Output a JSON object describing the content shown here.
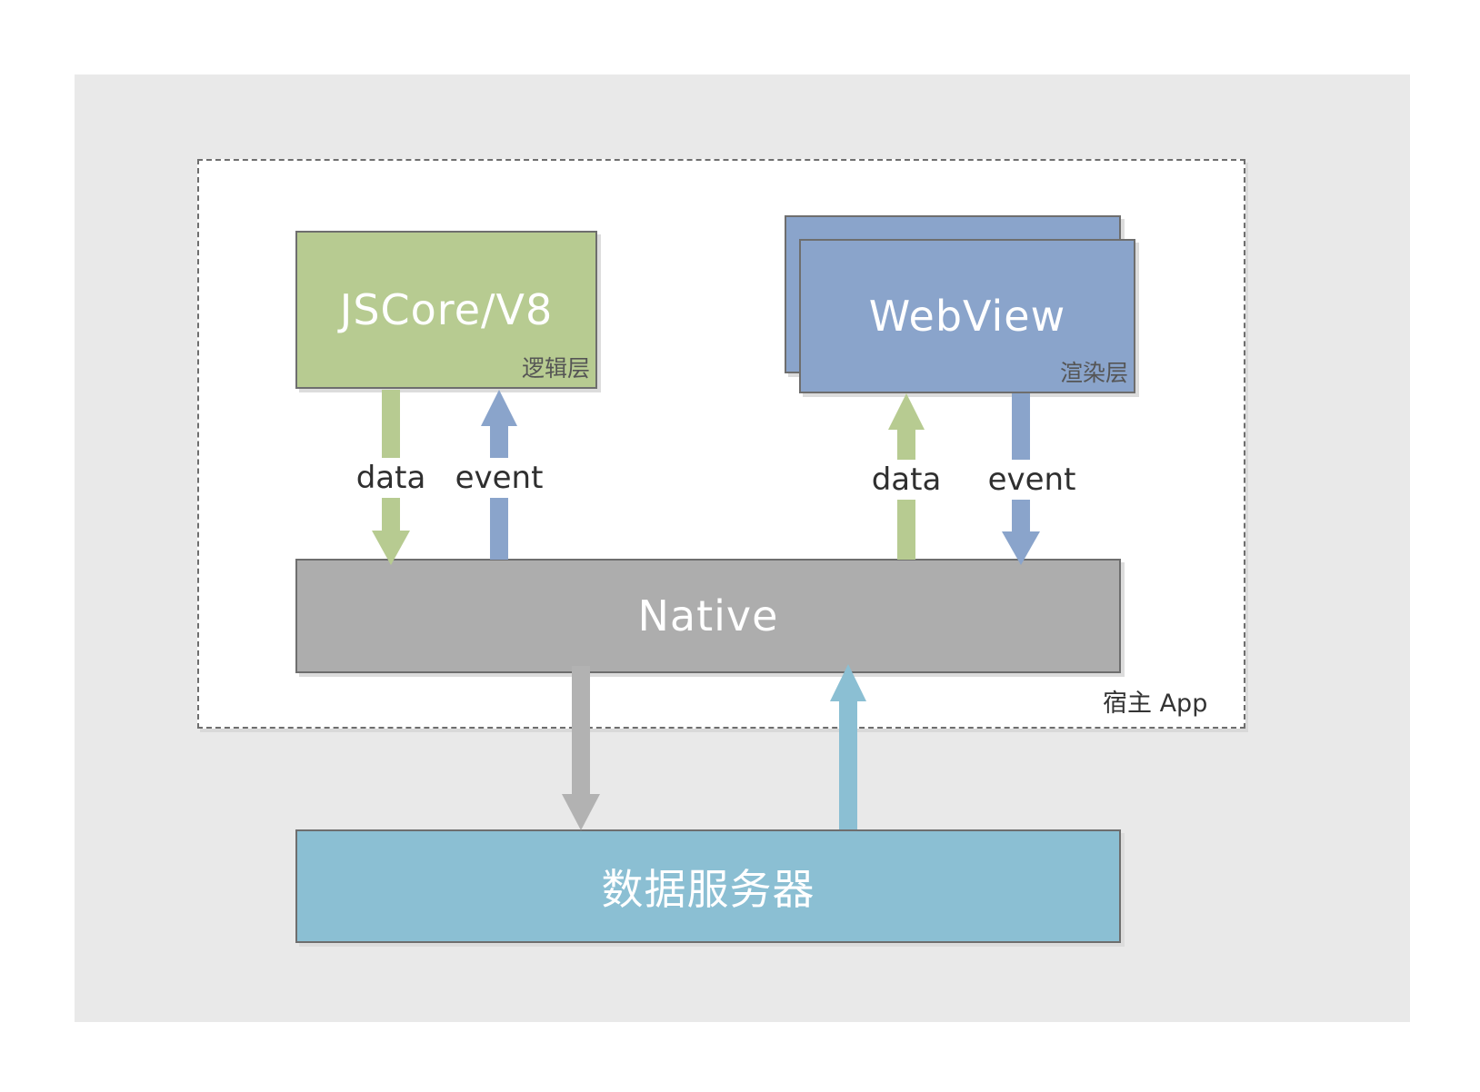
{
  "diagram": {
    "container": {
      "label": "宿主 App"
    },
    "logic_layer": {
      "title": "JSCore/V8",
      "subtitle": "逻辑层",
      "color": "#b7cb91"
    },
    "render_layer": {
      "title": "WebView",
      "subtitle": "渲染层",
      "color": "#8aa4cb",
      "stacked": true
    },
    "native": {
      "title": "Native",
      "color": "#adadad"
    },
    "server": {
      "title": "数据服务器",
      "color": "#8bbfd3"
    },
    "flows": [
      {
        "id": "logic-data",
        "label": "data",
        "from": "logic_layer",
        "to": "native",
        "color": "#b7cb91"
      },
      {
        "id": "logic-event",
        "label": "event",
        "from": "native",
        "to": "logic_layer",
        "color": "#8aa4cb"
      },
      {
        "id": "render-data",
        "label": "data",
        "from": "native",
        "to": "render_layer",
        "color": "#b7cb91"
      },
      {
        "id": "render-event",
        "label": "event",
        "from": "render_layer",
        "to": "native",
        "color": "#8aa4cb"
      },
      {
        "id": "native-to-server",
        "label": "",
        "from": "native",
        "to": "server",
        "color": "#b2b2b2"
      },
      {
        "id": "server-to-native",
        "label": "",
        "from": "server",
        "to": "native",
        "color": "#8bbfd3"
      }
    ]
  }
}
